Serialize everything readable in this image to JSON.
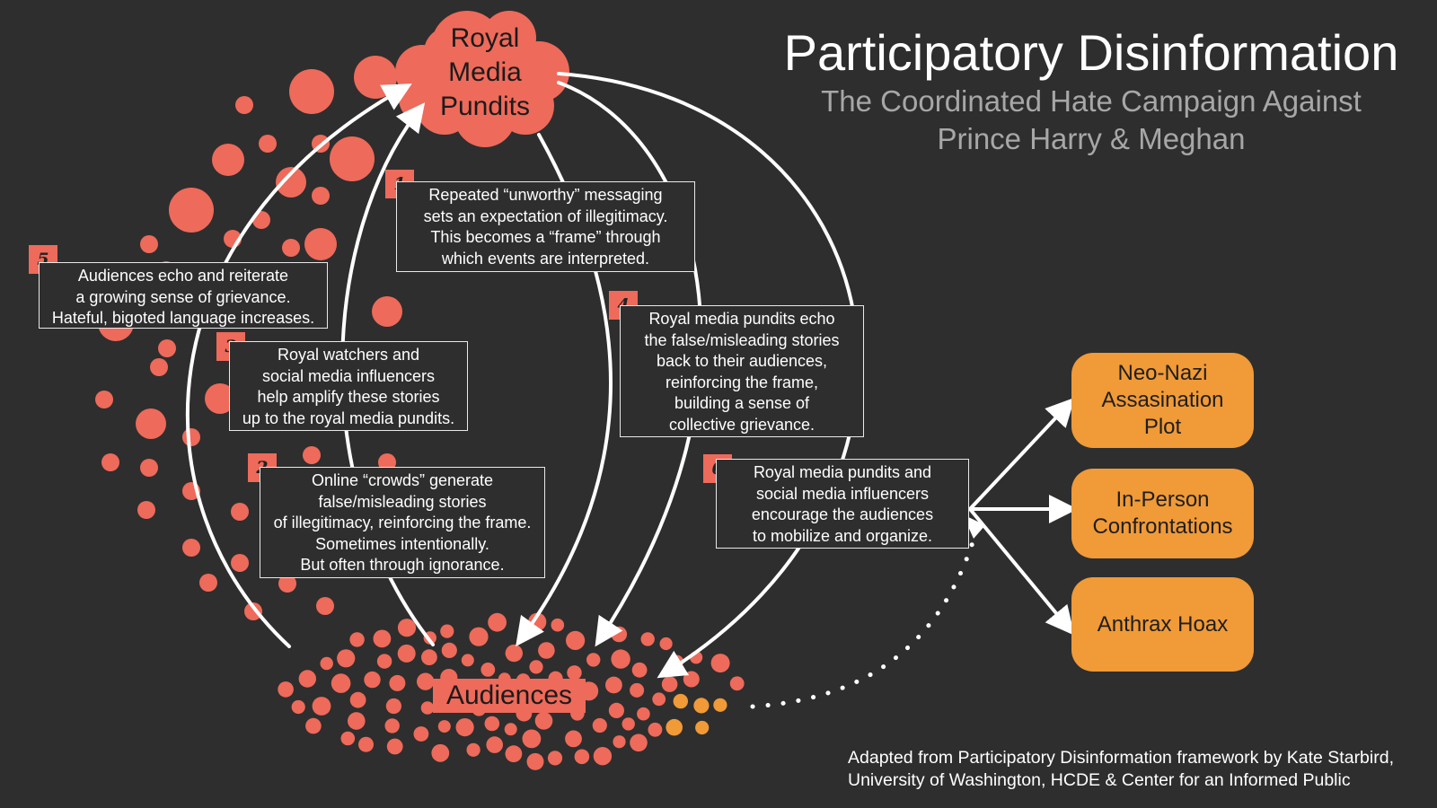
{
  "title": "Participatory Disinformation",
  "subtitle": [
    "The Coordinated Hate Campaign Against",
    "Prince Harry & Meghan"
  ],
  "nodes": {
    "pundits": [
      "Royal",
      "Media",
      "Pundits"
    ],
    "audiences": "Audiences"
  },
  "steps": [
    {
      "num": "1",
      "lines": [
        "Repeated “unworthy” messaging",
        "sets an expectation of illegitimacy.",
        "This becomes a “frame” through",
        "which events are interpreted."
      ]
    },
    {
      "num": "2",
      "lines": [
        "Online “crowds” generate",
        "false/misleading stories",
        "of illegitimacy, reinforcing the frame.",
        "Sometimes intentionally.",
        "But often through ignorance."
      ]
    },
    {
      "num": "3",
      "lines": [
        "Royal watchers and",
        "social media influencers",
        "help amplify these stories",
        "up to the royal media pundits."
      ]
    },
    {
      "num": "4",
      "lines": [
        "Royal media pundits echo",
        "the false/misleading stories",
        "back to their audiences,",
        "reinforcing the frame,",
        "building a sense of",
        "collective grievance."
      ]
    },
    {
      "num": "5",
      "lines": [
        "Audiences echo and reiterate",
        "a growing sense of grievance.",
        "Hateful, bigoted language increases."
      ]
    },
    {
      "num": "6",
      "lines": [
        "Royal media pundits and",
        "social media influencers",
        "encourage the audiences",
        "to mobilize and organize."
      ]
    }
  ],
  "outcomes": [
    [
      "Neo-Nazi",
      "Assasination",
      "Plot"
    ],
    [
      "In-Person",
      "Confrontations"
    ],
    [
      "Anthrax Hoax"
    ]
  ],
  "credit": [
    "Adapted from Participatory Disinformation framework by Kate Starbird,",
    "University of Washington, HCDE & Center for an Informed Public"
  ],
  "colors": {
    "background": "#2e2e2e",
    "dots": "#ee6a5a",
    "mobilized": "#f09a38",
    "outcome_fill": "#f09a38",
    "arrows": "#ffffff"
  }
}
